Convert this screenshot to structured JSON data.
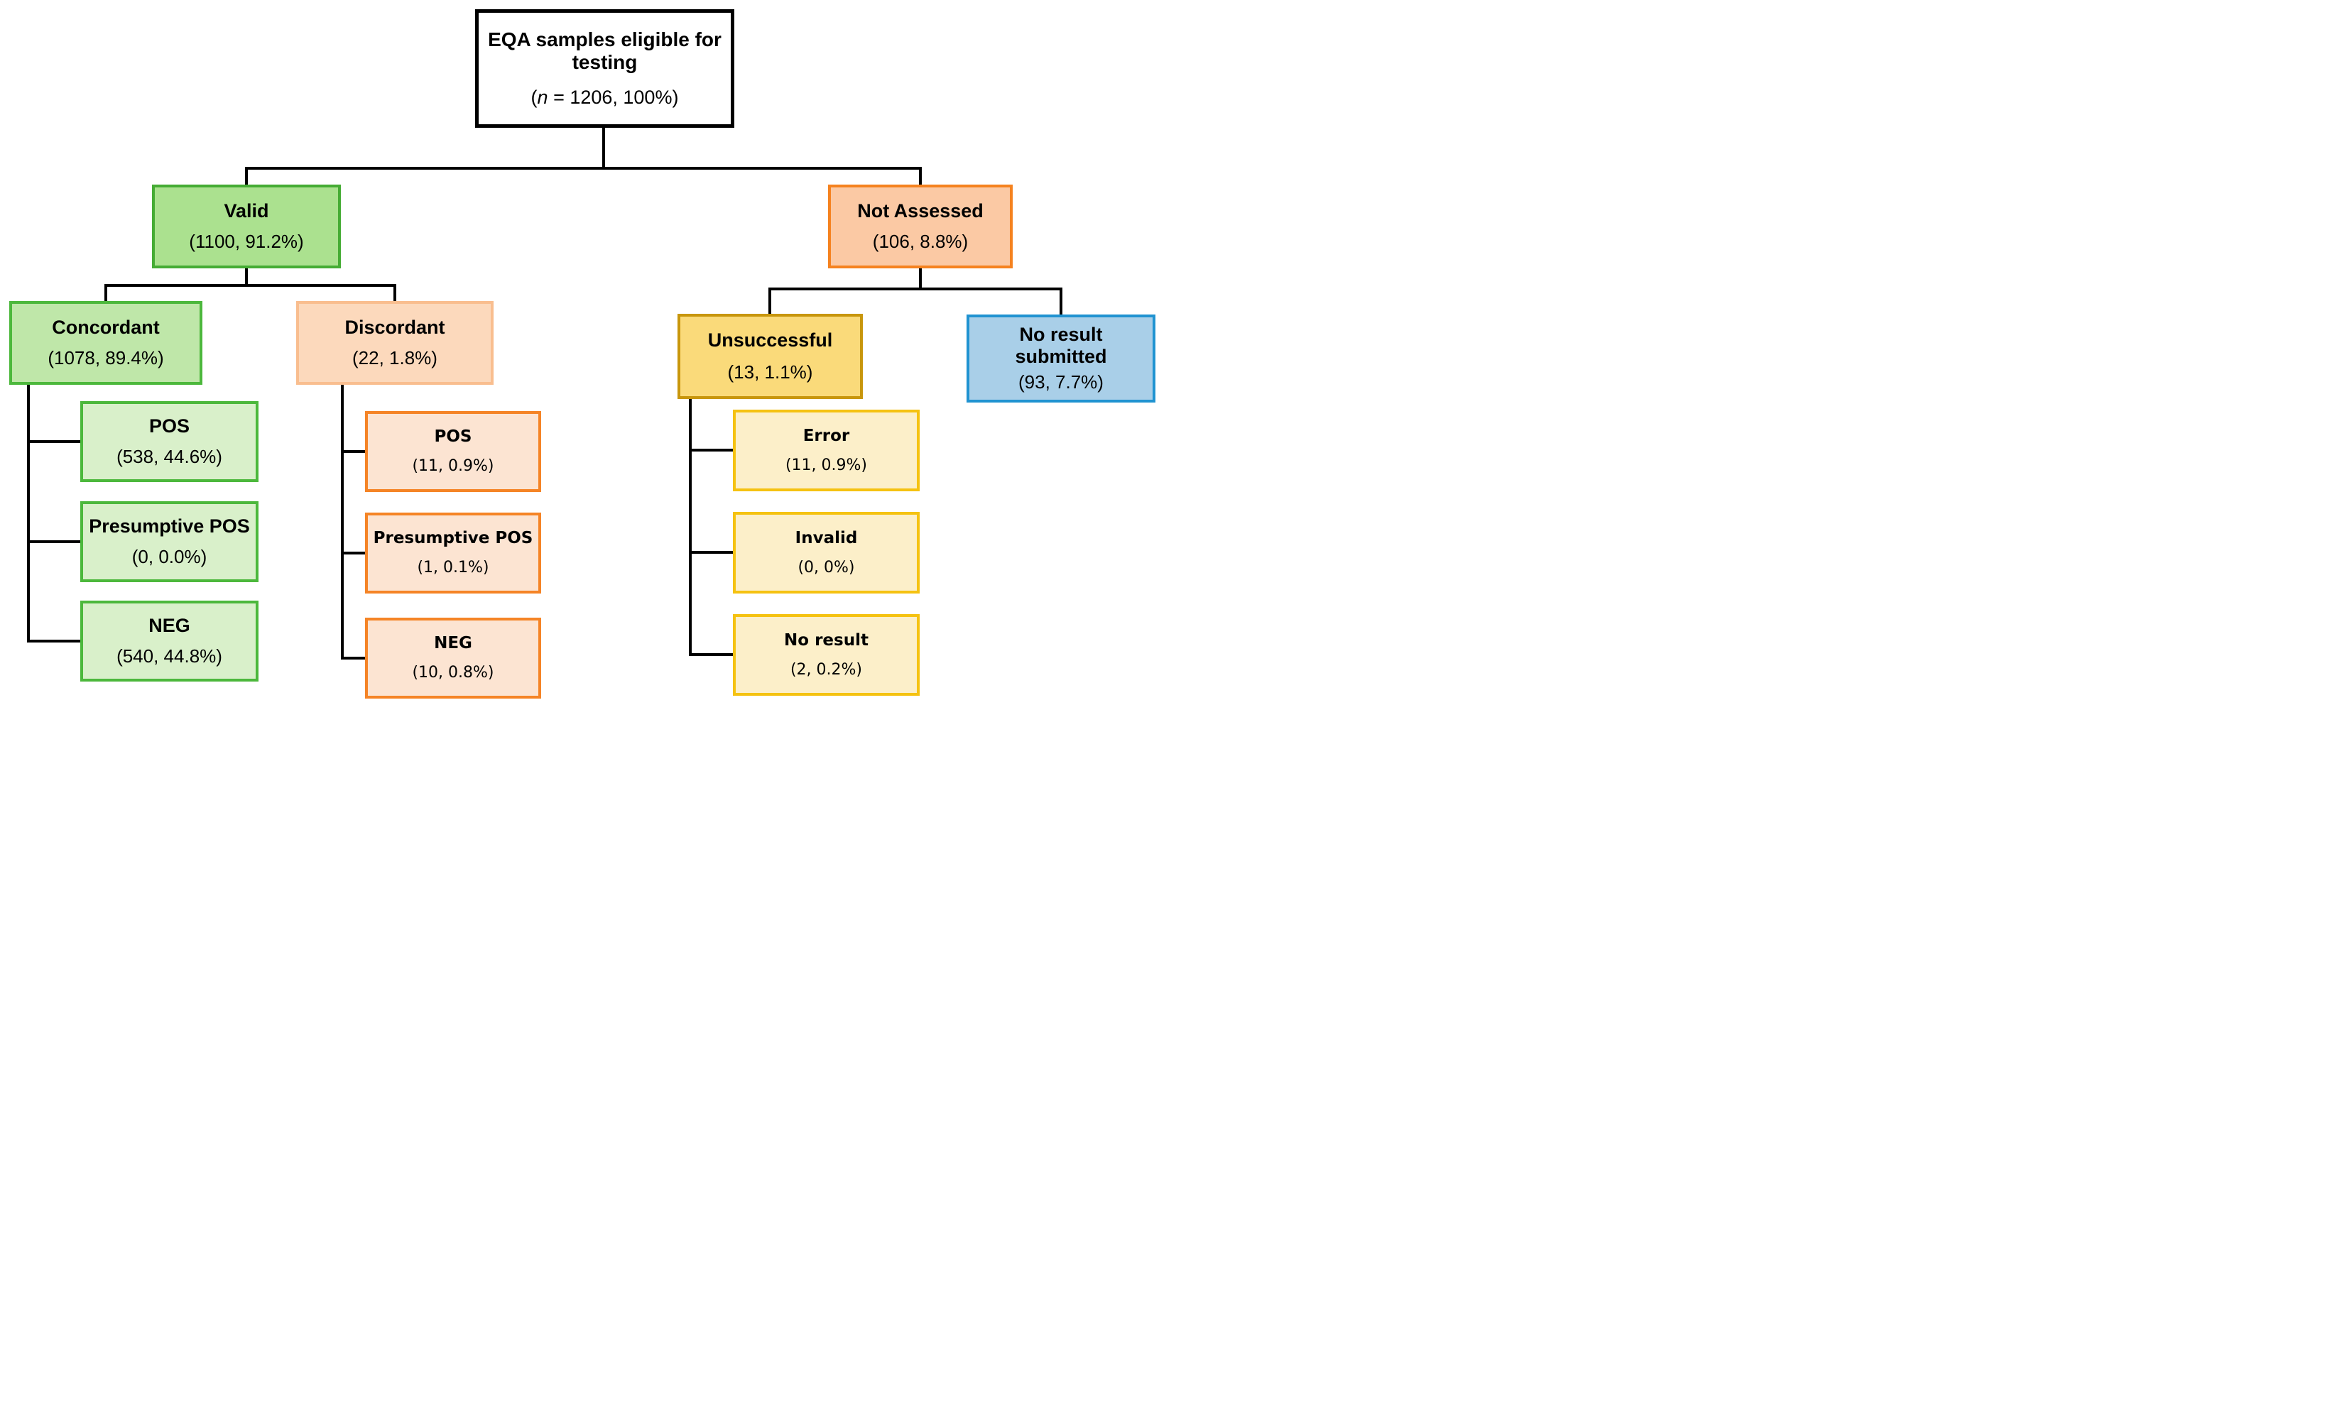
{
  "nodes": {
    "root": {
      "title": "EQA samples eligible for testing",
      "stat_open": "(",
      "stat_var": "n",
      "stat_rest": " = 1206, 100%)"
    },
    "valid": {
      "title": "Valid",
      "stat": "(1100, 91.2%)"
    },
    "not_assessed": {
      "title": "Not Assessed",
      "stat": "(106, 8.8%)"
    },
    "concordant": {
      "title": "Concordant",
      "stat": "(1078, 89.4%)"
    },
    "discordant": {
      "title": "Discordant",
      "stat": "(22, 1.8%)"
    },
    "unsuccessful": {
      "title": "Unsuccessful",
      "stat": "(13, 1.1%)"
    },
    "no_result_submitted": {
      "title": "No result submitted",
      "stat": "(93, 7.7%)"
    },
    "concordant_pos": {
      "title": "POS",
      "stat": "(538, 44.6%)"
    },
    "concordant_ppos": {
      "title": "Presumptive POS",
      "stat": "(0, 0.0%)"
    },
    "concordant_neg": {
      "title": "NEG",
      "stat": "(540, 44.8%)"
    },
    "discordant_pos": {
      "title": "POS",
      "stat": "(11, 0.9%)"
    },
    "discordant_ppos": {
      "title": "Presumptive POS",
      "stat": "(1, 0.1%)"
    },
    "discordant_neg": {
      "title": "NEG",
      "stat": "(10, 0.8%)"
    },
    "unsuccessful_error": {
      "title": "Error",
      "stat": "(11, 0.9%)"
    },
    "unsuccessful_invalid": {
      "title": "Invalid",
      "stat": "(0, 0%)"
    },
    "unsuccessful_noresult": {
      "title": "No result",
      "stat": "(2, 0.2%)"
    }
  },
  "colors": {
    "root_fill": "#ffffff",
    "root_border": "#000000",
    "valid_fill": "#abe18f",
    "valid_border": "#45ac34",
    "not_assessed_fill": "#fbc9a4",
    "not_assessed_border": "#f5821f",
    "concordant_fill": "#bfe7a9",
    "concordant_border": "#4cb83c",
    "discordant_fill": "#fcd9bc",
    "discordant_border": "#f9be8f",
    "unsuccessful_fill": "#fada7a",
    "unsuccessful_border": "#c8960c",
    "no_result_submitted_fill": "#a9cfe8",
    "no_result_submitted_border": "#2093d1",
    "valid_leaf_fill": "#d9f0ca",
    "valid_leaf_border": "#4cb83c",
    "discordant_leaf_fill": "#fce4d2",
    "discordant_leaf_border": "#f58426",
    "unsuccessful_leaf_fill": "#fcefc9",
    "unsuccessful_leaf_border": "#f5c211",
    "connector": "#000000"
  }
}
